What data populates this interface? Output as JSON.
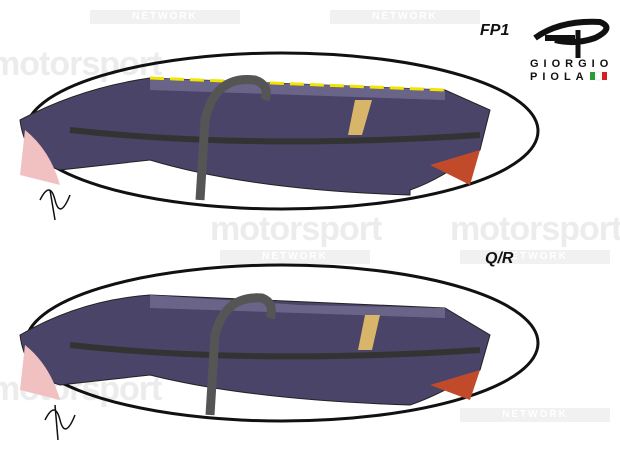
{
  "watermark": {
    "brand": "motorsport",
    "sub": "NETWORK"
  },
  "labels": {
    "top": "FP1",
    "bottom": "Q/R"
  },
  "logo": {
    "line1": "GIORGIO",
    "line2": "PIOLA"
  },
  "colors": {
    "wing": "#4a4468",
    "highlight": "#f0e400",
    "stripe": "#d9b56a",
    "outline": "#111111"
  }
}
